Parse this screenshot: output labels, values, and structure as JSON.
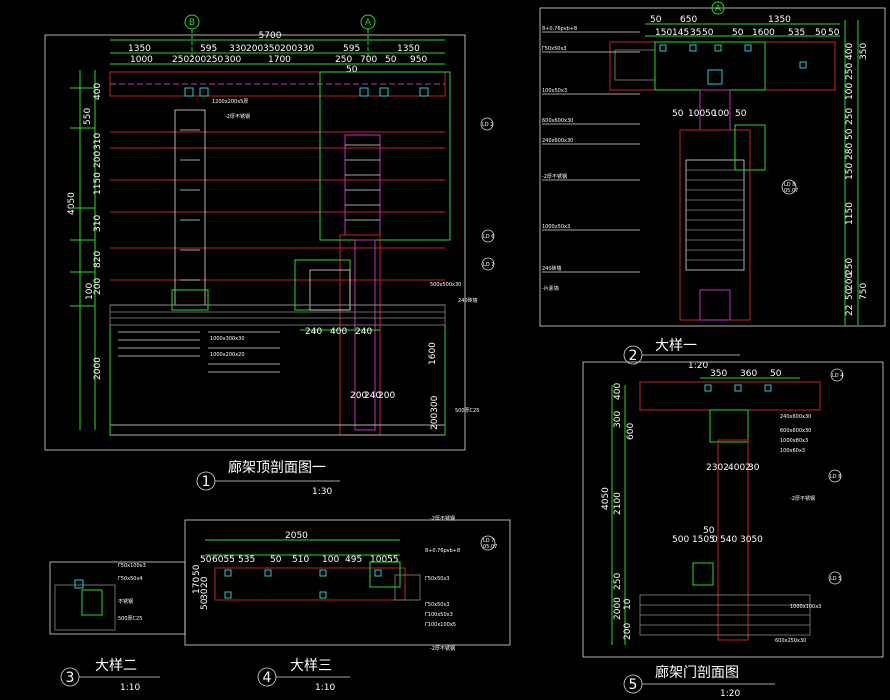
{
  "axes": {
    "B": "B",
    "A": "A"
  },
  "view1": {
    "title": "廊架顶剖面图一",
    "num": "1",
    "scale": "1:30",
    "dims_top_total": "5700",
    "dims_top_row1": [
      "1350",
      "595",
      "330",
      "200",
      "350",
      "200",
      "330",
      "595",
      "1350"
    ],
    "dims_top_row2": [
      "1000",
      "250",
      "200",
      "250",
      "300",
      "1700",
      "250",
      "700",
      "50",
      "950"
    ],
    "dims_left": [
      "400",
      "550",
      "310",
      "200",
      "1150",
      "310",
      "820",
      "4050",
      "200",
      "100",
      "2000"
    ],
    "dims_bottom": [
      "240",
      "400",
      "240"
    ],
    "dims_bottom2": [
      "200",
      "240",
      "200"
    ],
    "dim_1600": "1600",
    "dim_200300": "200300",
    "dim_50": "50",
    "notes": [
      "1200x200x5厚",
      "-2厚不锈钢",
      "1000x300x30",
      "1000x200x20",
      "500x500x30",
      "240砖墙",
      "500厚C25"
    ],
    "tags": [
      "LD 2",
      "LD 6",
      "LD 7"
    ]
  },
  "view2": {
    "title": "大样一",
    "num": "2",
    "scale": "1:20",
    "dims_top": [
      "50",
      "650",
      "1350"
    ],
    "dims_top2": [
      "150",
      "145",
      "35",
      "50",
      "50",
      "1600",
      "535",
      "50",
      "50"
    ],
    "dims_right": [
      "400",
      "250",
      "100",
      "350",
      "250",
      "50",
      "280",
      "150",
      "1150",
      "250",
      "200",
      "50",
      "750",
      "22"
    ],
    "dims_mid": [
      "50",
      "100",
      "50",
      "100",
      "50"
    ],
    "tag": "LD 8",
    "tag_sub": "05.07",
    "notes": [
      "8+0.76pvb+8",
      "Γ50x50x3",
      "100x50x3",
      "600x600x30",
      "240x600x30",
      "-2厚不锈钢",
      "1000x50x3",
      "240砖墙",
      "-片素墙"
    ]
  },
  "view3": {
    "title": "大样二",
    "num": "3",
    "scale": "1:10",
    "notes": [
      "Γ50x100x3",
      "Γ50x50x4",
      "500厚C25",
      "不锈钢"
    ]
  },
  "view4": {
    "title": "大样三",
    "num": "4",
    "scale": "1:10",
    "dims_top_total": "2050",
    "dims_top": [
      "50",
      "6055",
      "535",
      "50",
      "510",
      "100",
      "495",
      "10055"
    ],
    "dims_left": [
      "50",
      "170",
      "20",
      "30",
      "50"
    ],
    "tag": "LD 7",
    "tag_sub": "05.07",
    "notes": [
      "-2厚不锈钢",
      "8+0.76pvb+8",
      "Γ50x50x3",
      "Γ50x50x3",
      "Γ100x50x3",
      "Γ100x100x5",
      "-2厚不锈钢"
    ]
  },
  "view5": {
    "title": "廊架门剖面图",
    "num": "5",
    "scale": "1:20",
    "dims_top": [
      "350",
      "360",
      "50"
    ],
    "dims_left": [
      "400",
      "300",
      "600",
      "4050",
      "2100",
      "250",
      "2000",
      "10",
      "200"
    ],
    "dims_mid": [
      "2302",
      "4002",
      "30"
    ],
    "dims_mid2": [
      "500",
      "1505",
      "0",
      "540",
      "3050"
    ],
    "dim_50": "50",
    "tags": [
      "LD 4",
      "LD 8",
      "LD 5"
    ],
    "notes": [
      "240x600x30",
      "600x600x30",
      "1000x80x3",
      "100x60x3",
      "-2厚不锈钢",
      "1000x100x3",
      "600x250x30"
    ]
  }
}
